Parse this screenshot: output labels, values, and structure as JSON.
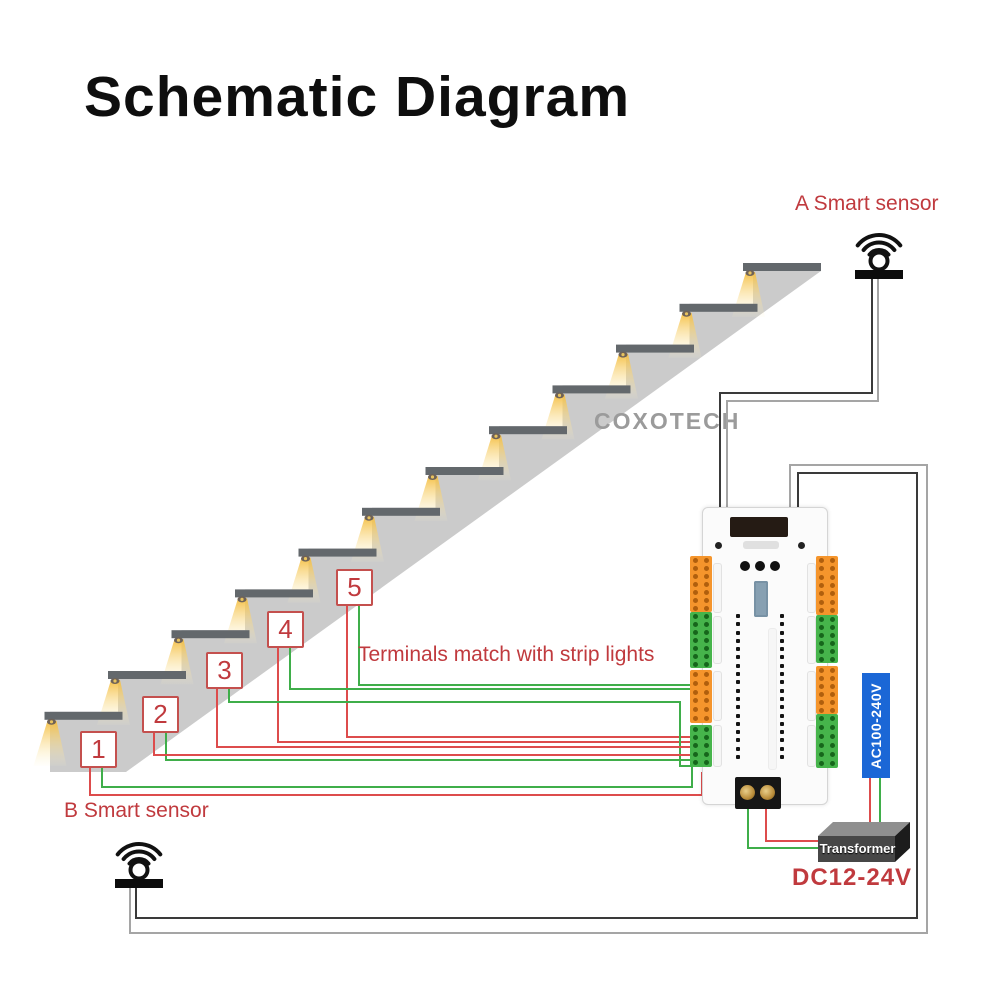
{
  "title": "Schematic Diagram",
  "watermark": "COXOTECH",
  "labels": {
    "sensor_a": "A Smart sensor",
    "sensor_b": "B Smart sensor",
    "terminals_note": "Terminals match with strip lights",
    "dc_output": "DC12-24V",
    "ac_input": "AC100-240V",
    "transformer": "Transformer"
  },
  "step_sensors": [
    "1",
    "2",
    "3",
    "4",
    "5"
  ],
  "icons": {
    "sensor": "wifi-sensor-icon",
    "stair_light": "downlight-cone-icon"
  },
  "colors": {
    "red_label": "#c03a3e",
    "wire_red": "#dd4c4c",
    "wire_green": "#3fae4a",
    "wire_dark": "#3a3a3a",
    "wire_gray": "#a5a5a5",
    "ac_blue": "#1b67d6",
    "stair_gray": "#cbcbcb",
    "tread_gray": "#63686c",
    "light_yellow": "#f4bd3e",
    "orange_terminal": "#f5952c",
    "green_terminal": "#46b44b"
  }
}
